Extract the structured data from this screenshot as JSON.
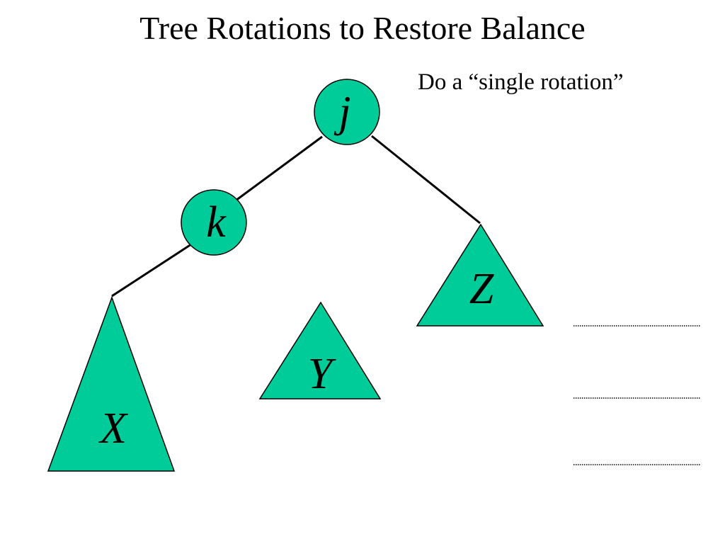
{
  "slide": {
    "title": "Tree Rotations to Restore Balance",
    "note": "Do a “single rotation”"
  },
  "tree": {
    "nodes": [
      {
        "id": "j",
        "label": "j"
      },
      {
        "id": "k",
        "label": "k"
      }
    ],
    "subtrees": [
      {
        "id": "X",
        "label": "X"
      },
      {
        "id": "Y",
        "label": "Y"
      },
      {
        "id": "Z",
        "label": "Z"
      }
    ]
  },
  "colors": {
    "fill": "#00cc99",
    "stroke": "#000000",
    "background": "#ffffff"
  }
}
